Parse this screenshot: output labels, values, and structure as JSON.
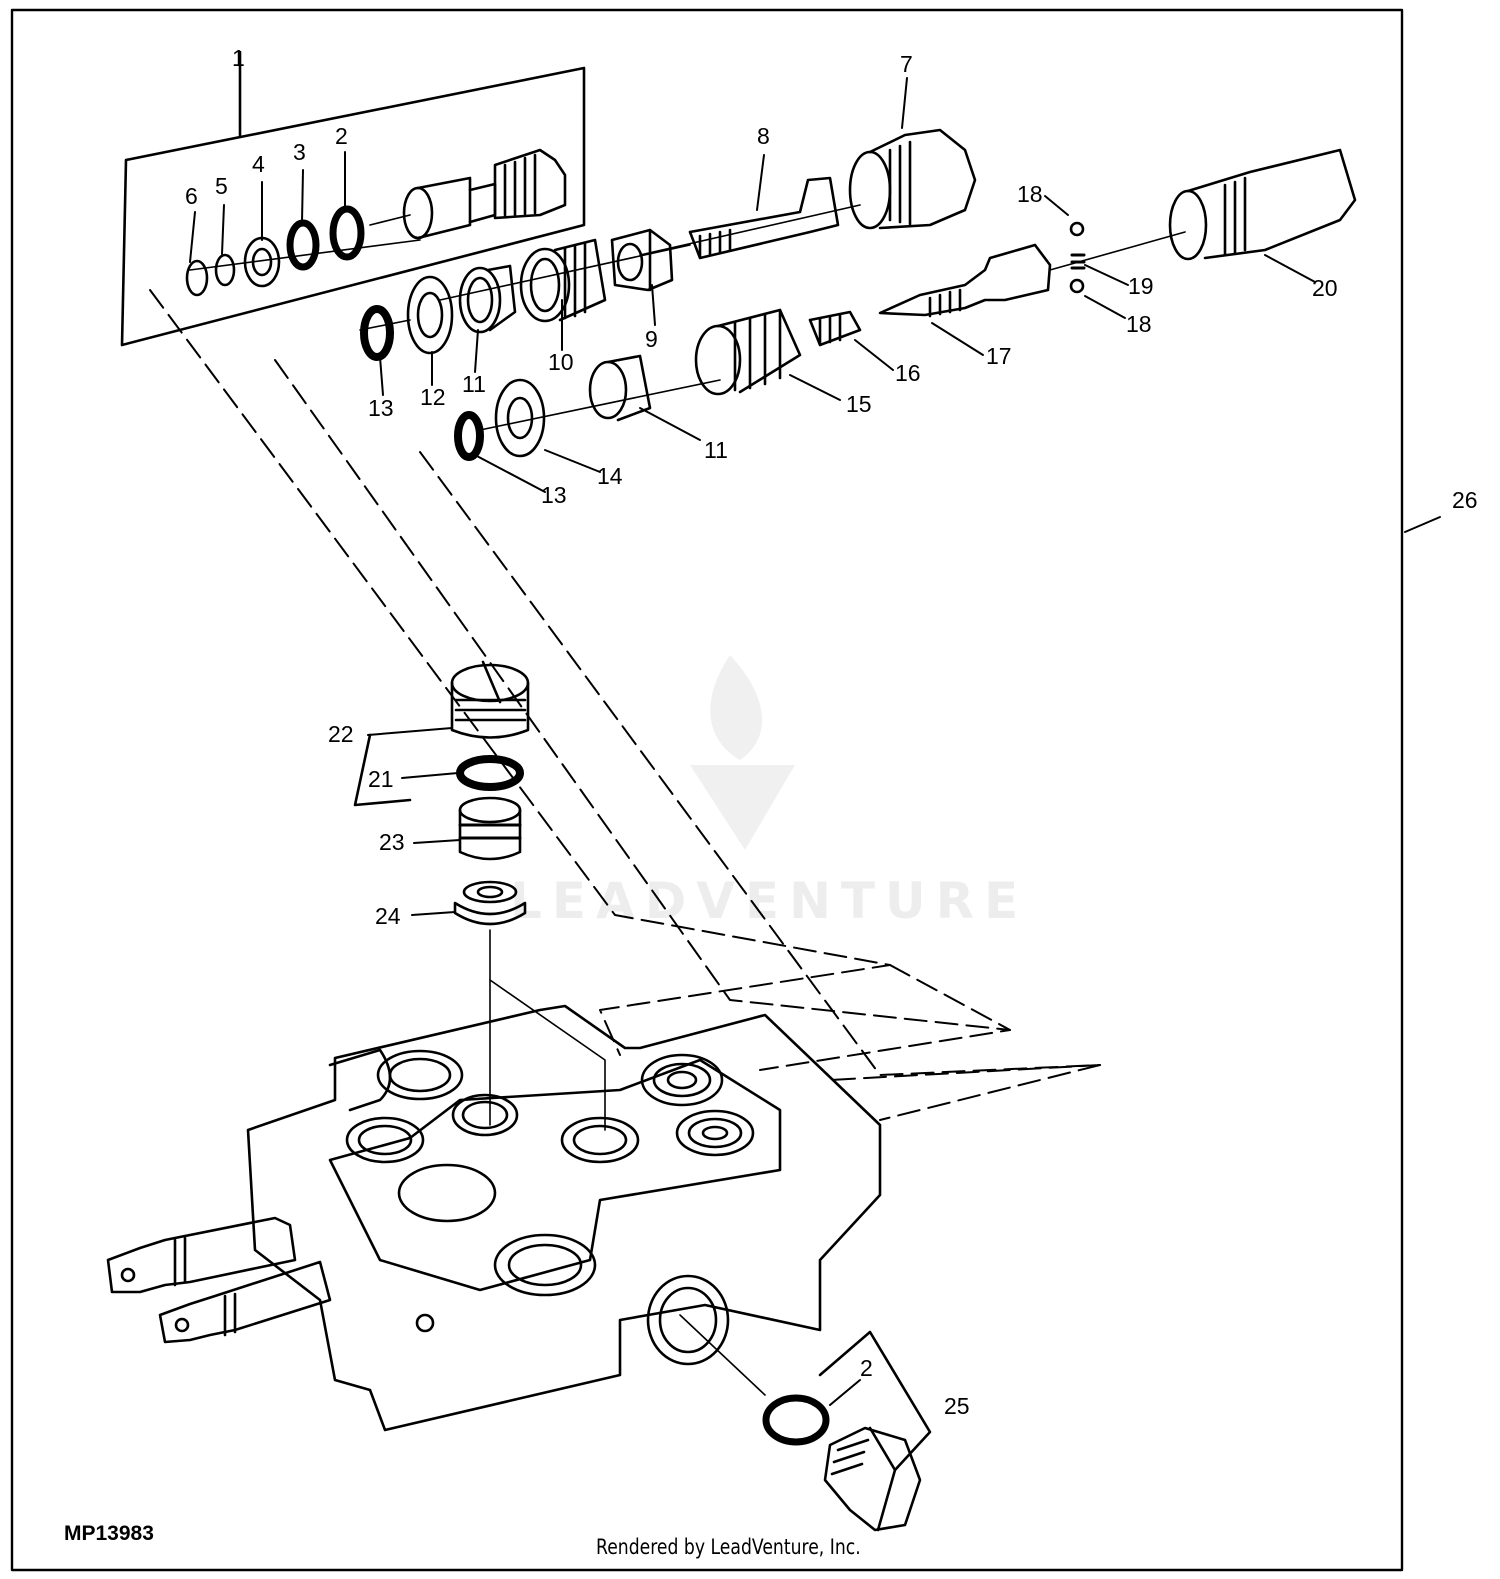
{
  "figure": {
    "figure_id": "MP13983",
    "credit": "Rendered by LeadVenture, Inc.",
    "watermark": "LEADVENTURE",
    "colors": {
      "ink": "#000000",
      "paper": "#ffffff",
      "watermark": "#e6e6e6"
    }
  },
  "callouts": [
    {
      "key": "c1",
      "text": "1"
    },
    {
      "key": "c2a",
      "text": "2"
    },
    {
      "key": "c3",
      "text": "3"
    },
    {
      "key": "c4",
      "text": "4"
    },
    {
      "key": "c5",
      "text": "5"
    },
    {
      "key": "c6",
      "text": "6"
    },
    {
      "key": "c7",
      "text": "7"
    },
    {
      "key": "c8",
      "text": "8"
    },
    {
      "key": "c9",
      "text": "9"
    },
    {
      "key": "c10",
      "text": "10"
    },
    {
      "key": "c11a",
      "text": "11"
    },
    {
      "key": "c11b",
      "text": "11"
    },
    {
      "key": "c12",
      "text": "12"
    },
    {
      "key": "c13a",
      "text": "13"
    },
    {
      "key": "c13b",
      "text": "13"
    },
    {
      "key": "c14",
      "text": "14"
    },
    {
      "key": "c15",
      "text": "15"
    },
    {
      "key": "c16",
      "text": "16"
    },
    {
      "key": "c17",
      "text": "17"
    },
    {
      "key": "c18a",
      "text": "18"
    },
    {
      "key": "c18b",
      "text": "18"
    },
    {
      "key": "c19",
      "text": "19"
    },
    {
      "key": "c20",
      "text": "20"
    },
    {
      "key": "c21",
      "text": "21"
    },
    {
      "key": "c22",
      "text": "22"
    },
    {
      "key": "c23",
      "text": "23"
    },
    {
      "key": "c24",
      "text": "24"
    },
    {
      "key": "c2b",
      "text": "2"
    },
    {
      "key": "c25",
      "text": "25"
    },
    {
      "key": "c26",
      "text": "26"
    }
  ]
}
